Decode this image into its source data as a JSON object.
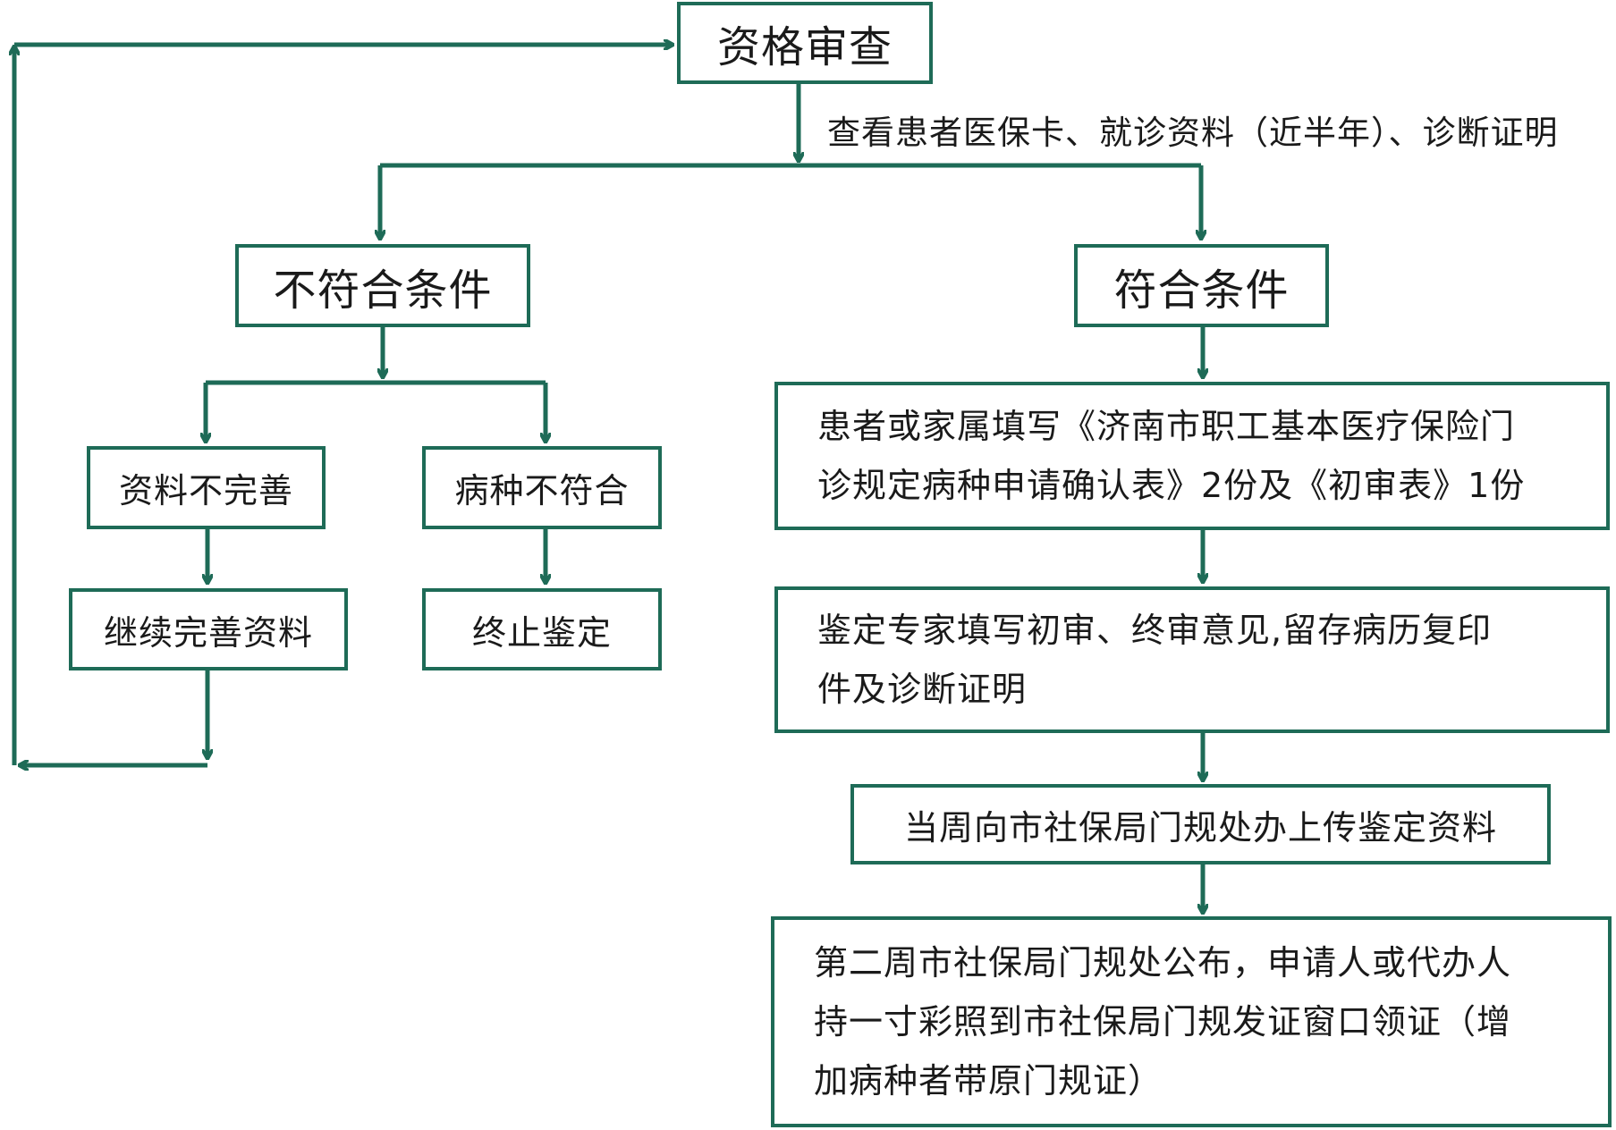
{
  "colors": {
    "line": "#1e6b57",
    "text": "#1a1a1a"
  },
  "nodes": {
    "qualification_review": "资格审查",
    "not_qualified": "不符合条件",
    "qualified": "符合条件",
    "incomplete_materials": "资料不完善",
    "disease_not_matched": "病种不符合",
    "continue_materials": "继续完善资料",
    "terminate": "终止鉴定",
    "fill_forms": [
      "患者或家属填写《济南市职工基本医疗保险门",
      "诊规定病种申请确认表》2份及《初审表》1份"
    ],
    "expert_opinion": [
      "鉴定专家填写初审、终审意见,留存病历复印",
      "件及诊断证明"
    ],
    "upload": "当周向市社保局门规处办上传鉴定资料",
    "publish": [
      "第二周市社保局门规处公布，申请人或代办人",
      "持一寸彩照到市社保局门规发证窗口领证（增",
      "加病种者带原门规证）"
    ]
  },
  "edge_note": "查看患者医保卡、就诊资料（近半年）、诊断证明"
}
